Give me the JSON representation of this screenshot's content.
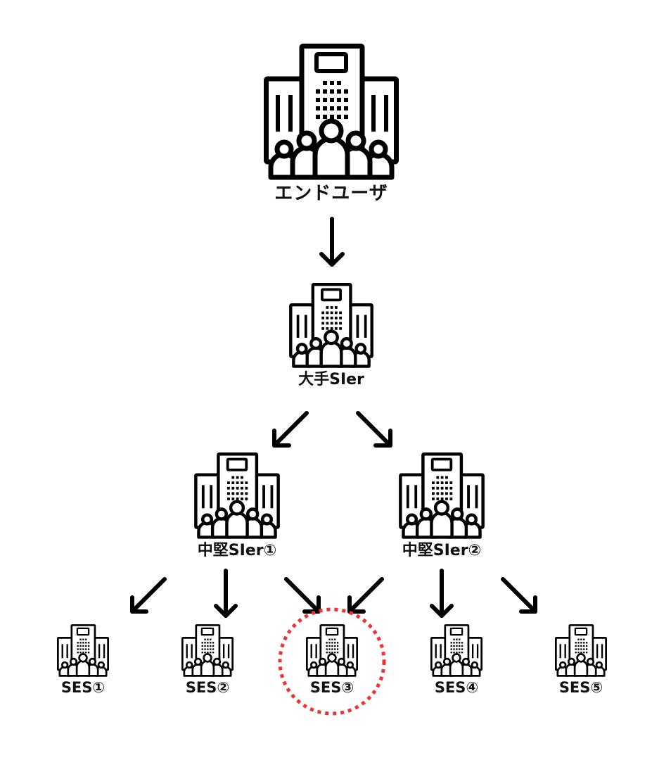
{
  "diagram": {
    "title": "SES多重下請け構造",
    "nodes": [
      {
        "id": "end-user",
        "label": "エンドユーザ",
        "level": 0
      },
      {
        "id": "large-sier",
        "label": "大手SIer",
        "level": 1
      },
      {
        "id": "mid-sier-1",
        "label": "中堅SIer①",
        "level": 2
      },
      {
        "id": "mid-sier-2",
        "label": "中堅SIer②",
        "level": 2
      },
      {
        "id": "ses-1",
        "label": "SES①",
        "level": 3
      },
      {
        "id": "ses-2",
        "label": "SES②",
        "level": 3
      },
      {
        "id": "ses-3",
        "label": "SES③",
        "level": 3,
        "highlighted": true
      },
      {
        "id": "ses-4",
        "label": "SES④",
        "level": 3
      },
      {
        "id": "ses-5",
        "label": "SES⑤",
        "level": 3
      }
    ],
    "edges": [
      {
        "from": "end-user",
        "to": "large-sier"
      },
      {
        "from": "large-sier",
        "to": "mid-sier-1"
      },
      {
        "from": "large-sier",
        "to": "mid-sier-2"
      },
      {
        "from": "mid-sier-1",
        "to": "ses-1"
      },
      {
        "from": "mid-sier-1",
        "to": "ses-2"
      },
      {
        "from": "mid-sier-1",
        "to": "ses-3"
      },
      {
        "from": "mid-sier-2",
        "to": "ses-3"
      },
      {
        "from": "mid-sier-2",
        "to": "ses-4"
      },
      {
        "from": "mid-sier-2",
        "to": "ses-5"
      }
    ],
    "icon": "office-building-with-people-icon",
    "colors": {
      "stroke": "#000000",
      "label": "#111111",
      "highlight": "#f03232",
      "background": "#ffffff"
    }
  }
}
